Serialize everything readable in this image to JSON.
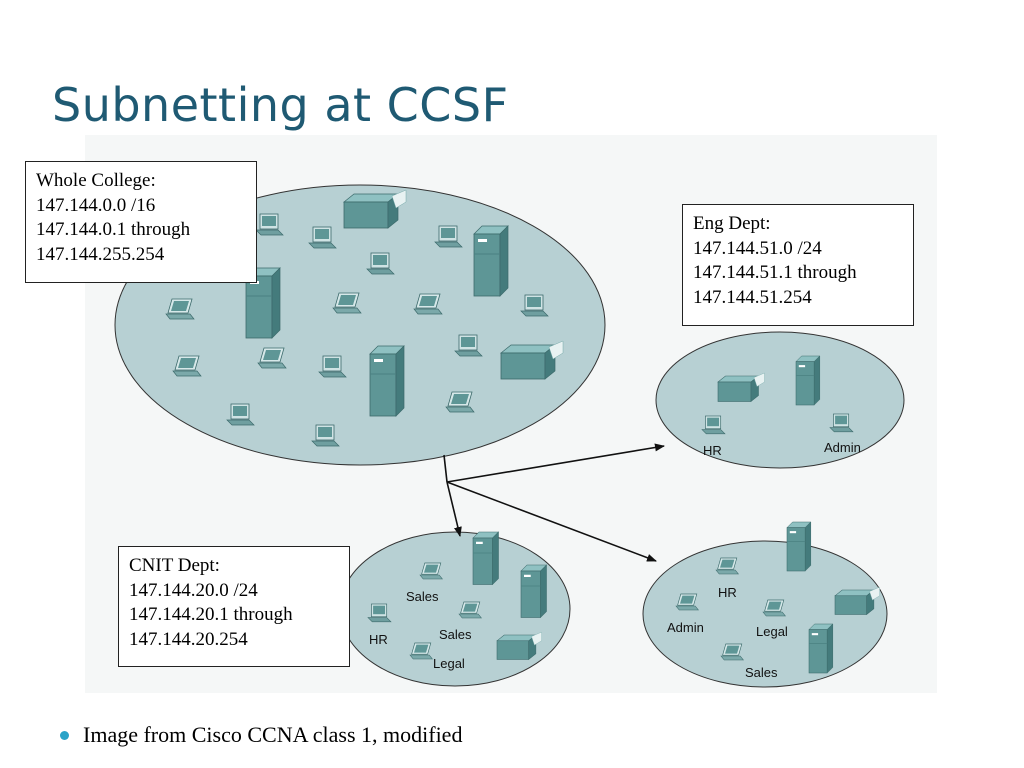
{
  "slide": {
    "title": "Subnetting at CCSF",
    "footer_bullet": "Image from Cisco CCNA class 1, modified"
  },
  "colors": {
    "title": "#1f5a73",
    "network_fill": "#b7d0d3",
    "device_fill": "#5e9696",
    "bullet": "#2aa3c8"
  },
  "networks": {
    "college": {
      "heading": "Whole College:",
      "network": "147.144.0.0 /16",
      "range_start": "147.144.0.1 through",
      "range_end": "147.144.255.254"
    },
    "eng": {
      "heading": "Eng Dept:",
      "network": "147.144.51.0 /24",
      "range_start": "147.144.51.1 through",
      "range_end": "147.144.51.254",
      "labels": {
        "hr": "HR",
        "admin": "Admin"
      }
    },
    "cnit": {
      "heading": "CNIT Dept:",
      "network": "147.144.20.0 /24",
      "range_start": "147.144.20.1 through",
      "range_end": "147.144.20.254",
      "labels": {
        "sales_top": "Sales",
        "hr": "HR",
        "sales_mid": "Sales",
        "legal": "Legal"
      }
    },
    "fourth": {
      "labels": {
        "hr": "HR",
        "admin": "Admin",
        "legal": "Legal",
        "sales": "Sales"
      }
    }
  },
  "icons": [
    "desktop-icon",
    "laptop-icon",
    "server-icon",
    "printer-icon",
    "arrow-icon"
  ]
}
